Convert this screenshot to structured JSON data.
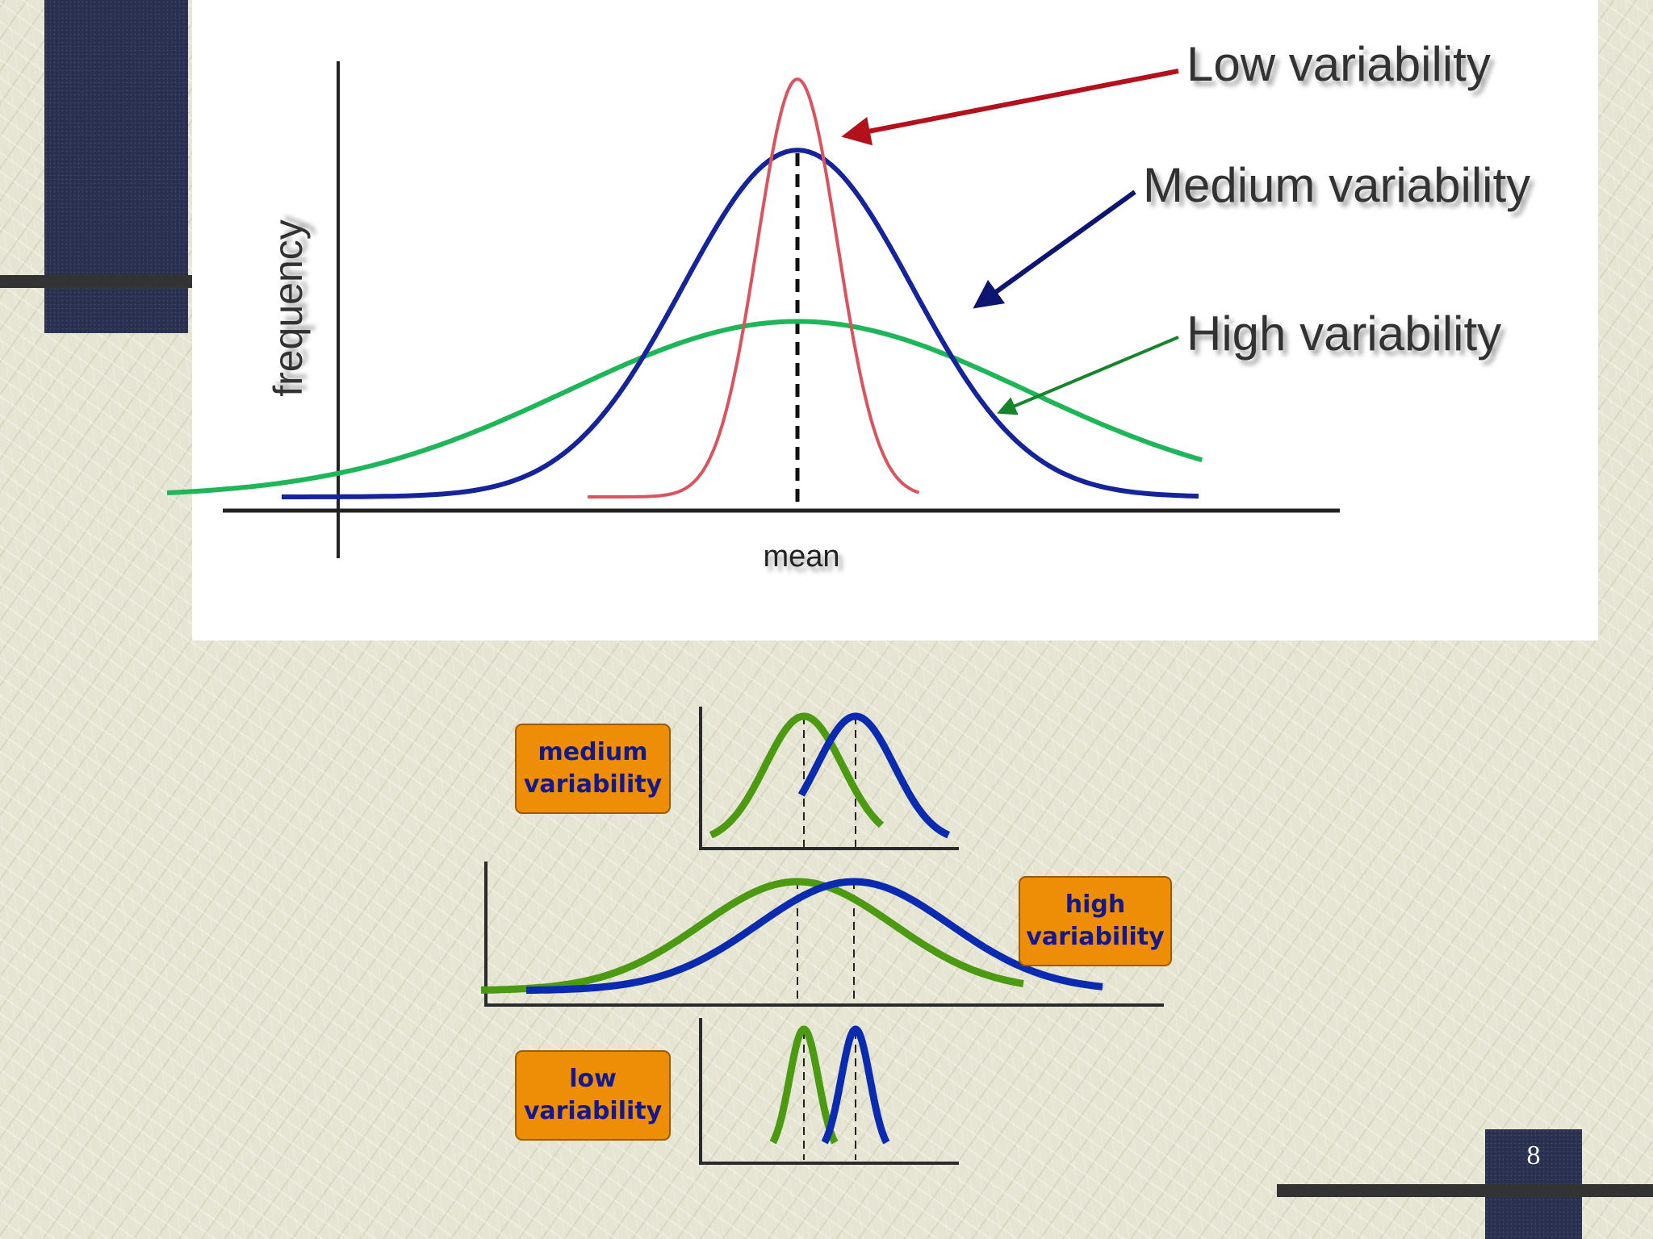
{
  "slide": {
    "page_number": "8",
    "colors": {
      "background": "#e6e4d2",
      "navy": "#2a3150",
      "box_orange": "#ee8d06",
      "box_text": "#15188c"
    }
  },
  "top_chart": {
    "ylabel": "frequency",
    "xlabel": "mean",
    "labels": {
      "low": "Low variability",
      "medium": "Medium variability",
      "high": "High variability"
    },
    "colors": {
      "low": "#d9545e",
      "medium": "#15249a",
      "high": "#1fb65a"
    }
  },
  "bottom_diagrams": {
    "medium_box": [
      "medium",
      "variability"
    ],
    "high_box": [
      "high",
      "variability"
    ],
    "low_box": [
      "low",
      "variability"
    ],
    "colors": {
      "green": "#4b9a12",
      "blue": "#0a2ab0"
    }
  },
  "chart_data": [
    {
      "type": "line",
      "xlabel": "mean",
      "ylabel": "frequency",
      "series": [
        {
          "name": "Low variability",
          "mean": 0,
          "sd": 0.35,
          "peak": 1.0
        },
        {
          "name": "Medium variability",
          "mean": 0,
          "sd": 1.0,
          "peak": 0.83
        },
        {
          "name": "High variability",
          "mean": 0,
          "sd": 2.0,
          "peak": 0.42
        }
      ]
    },
    {
      "type": "line",
      "series": [
        {
          "mean": 0,
          "sd": 0.75,
          "peak": 1.0
        },
        {
          "mean": 1.0,
          "sd": 0.75,
          "peak": 1.0
        }
      ]
    },
    {
      "type": "line",
      "series": [
        {
          "mean": 0,
          "sd": 1.7,
          "peak": 1.0
        },
        {
          "mean": 1.0,
          "sd": 1.7,
          "peak": 1.0
        }
      ]
    },
    {
      "type": "line",
      "series": [
        {
          "mean": 0,
          "sd": 0.28,
          "peak": 1.0
        },
        {
          "mean": 1.0,
          "sd": 0.28,
          "peak": 1.0
        }
      ]
    }
  ]
}
